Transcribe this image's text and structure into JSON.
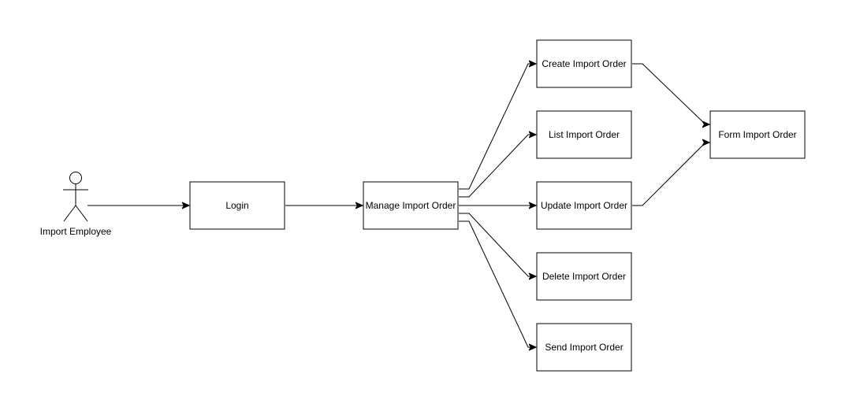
{
  "actor": {
    "label": "Import Employee"
  },
  "nodes": {
    "login": "Login",
    "manage": "Manage Import Order",
    "create": "Create Import Order",
    "list": "List Import Order",
    "update": "Update Import Order",
    "delete": "Delete Import Order",
    "send": "Send Import Order",
    "form": "Form Import Order"
  },
  "edges": [
    {
      "from": "actor",
      "to": "login"
    },
    {
      "from": "login",
      "to": "manage"
    },
    {
      "from": "manage",
      "to": "create"
    },
    {
      "from": "manage",
      "to": "list"
    },
    {
      "from": "manage",
      "to": "update"
    },
    {
      "from": "manage",
      "to": "delete"
    },
    {
      "from": "manage",
      "to": "send"
    },
    {
      "from": "create",
      "to": "form"
    },
    {
      "from": "update",
      "to": "form"
    }
  ]
}
